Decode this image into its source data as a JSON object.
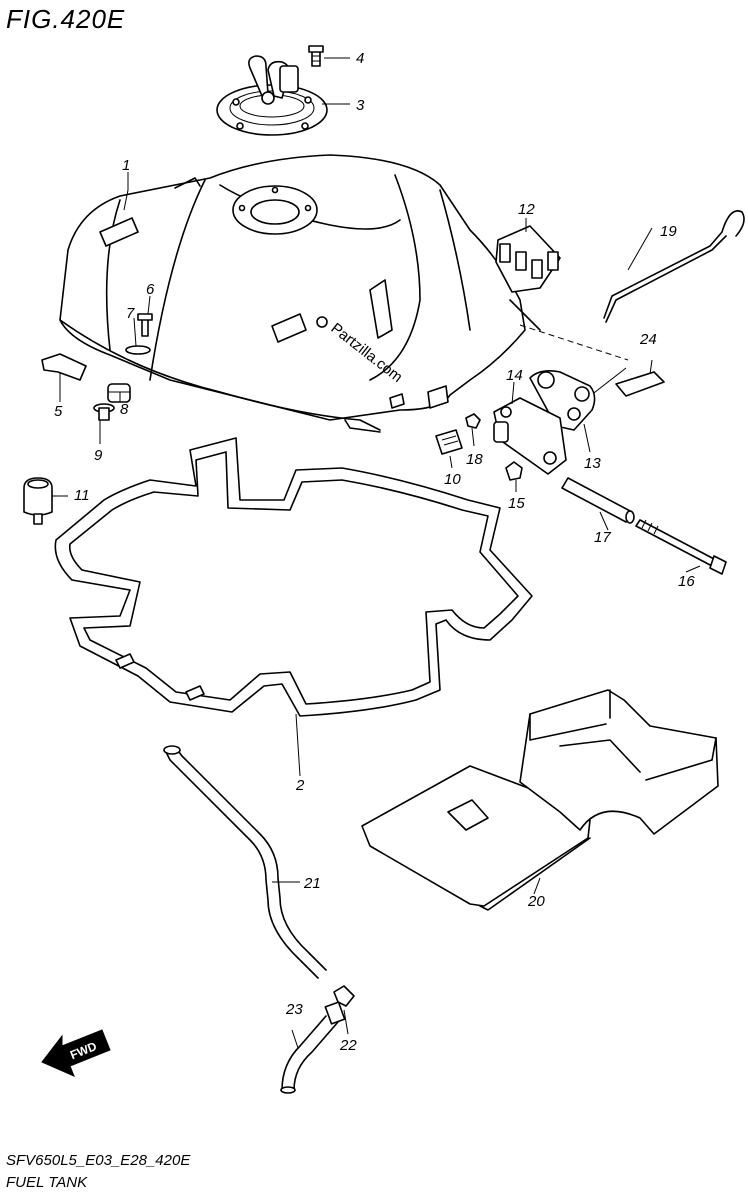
{
  "figure": {
    "title": "FIG.420E",
    "model_code": "SFV650L5_E03_E28_420E",
    "name": "FUEL TANK",
    "watermark": "Partzilla.com",
    "fwd_label": "FWD"
  },
  "callouts": [
    "1",
    "2",
    "3",
    "4",
    "5",
    "6",
    "7",
    "8",
    "9",
    "10",
    "11",
    "12",
    "13",
    "14",
    "15",
    "16",
    "17",
    "18",
    "19",
    "20",
    "21",
    "22",
    "23",
    "24"
  ]
}
